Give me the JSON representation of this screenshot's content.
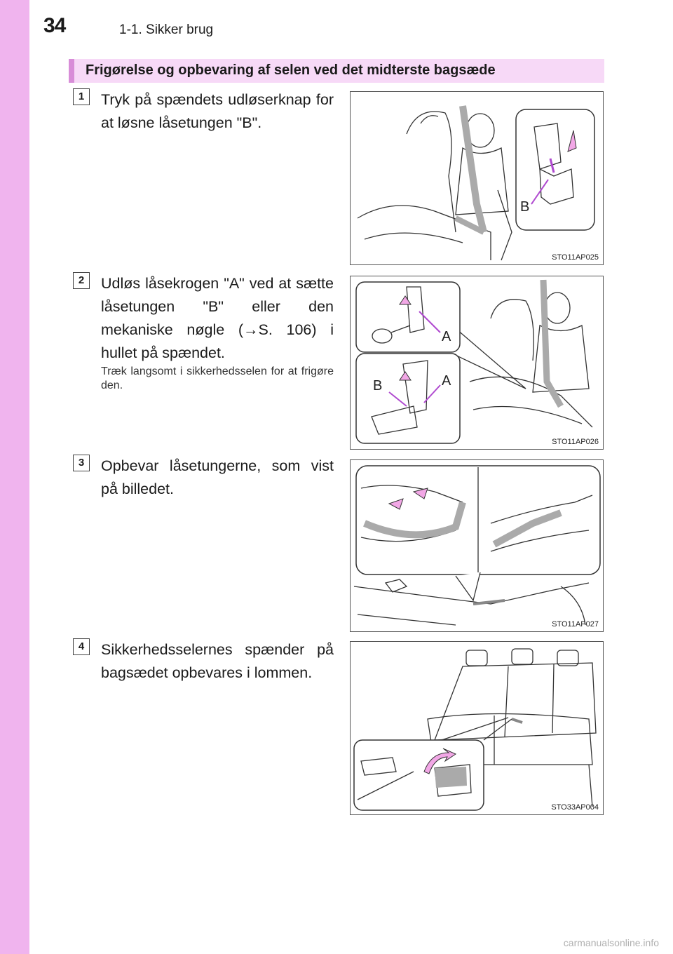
{
  "header": {
    "page_number": "34",
    "breadcrumb": "1-1. Sikker brug"
  },
  "section": {
    "title": "Frigørelse og opbevaring af selen ved det midterste bagsæde"
  },
  "steps": [
    {
      "number": "1",
      "text": "Tryk på spændets udløserknap for at løsne låsetungen \"B\".",
      "image_code": "STO11AP025",
      "labels": [
        "B"
      ]
    },
    {
      "number": "2",
      "text": "Udløs låsekrogen \"A\" ved at sætte låsetungen \"B\" eller den mekaniske nøgle (→S. 106) i hullet på spændet.",
      "note": "Træk langsomt i sikkerhedsselen for at frigøre den.",
      "image_code": "STO11AP026",
      "labels": [
        "A",
        "B",
        "A"
      ]
    },
    {
      "number": "3",
      "text": "Opbevar låsetungerne, som vist på billedet.",
      "image_code": "STO11AP027"
    },
    {
      "number": "4",
      "text": "Sikkerhedsselernes spænder på bagsædet opbevares i lommen.",
      "image_code": "STO33AP004"
    }
  ],
  "footer": {
    "watermark": "carmanualsonline.info"
  },
  "colors": {
    "side_strip": "#f0b4ee",
    "section_bar": "#f7d9f7",
    "accent": "#d88dd8",
    "arrow_pink": "#f2a7e6",
    "arrow_purple": "#b04ad0"
  }
}
